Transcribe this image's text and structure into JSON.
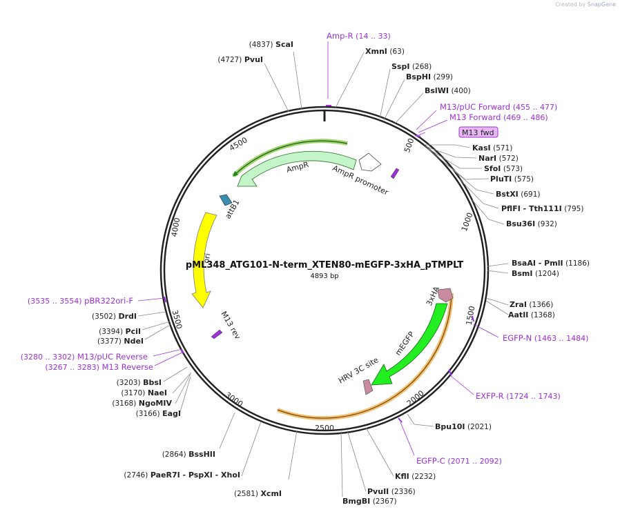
{
  "credit": {
    "prefix": "Created by",
    "brand": "SnapGene"
  },
  "plasmid": {
    "name": "pML348_ATG101-N-term_XTEN80-mEGFP-3xHA_pTMPLT",
    "length_label": "4893 bp"
  },
  "ticks": [
    "500",
    "1000",
    "1500",
    "2000",
    "2500",
    "3000",
    "3500",
    "4000",
    "4500"
  ],
  "sites": [
    {
      "name": "ScaI",
      "pos": "(4837)"
    },
    {
      "name": "PvuI",
      "pos": "(4727)"
    },
    {
      "name": "XmnI",
      "pos": "(63)"
    },
    {
      "name": "SspI",
      "pos": "(268)"
    },
    {
      "name": "BspHI",
      "pos": "(299)"
    },
    {
      "name": "BslWI",
      "pos": "(400)"
    },
    {
      "name": "KasI",
      "pos": "(571)"
    },
    {
      "name": "NarI",
      "pos": "(572)"
    },
    {
      "name": "SfoI",
      "pos": "(573)"
    },
    {
      "name": "PluTI",
      "pos": "(575)"
    },
    {
      "name": "BstXI",
      "pos": "(691)"
    },
    {
      "name": "PflFI - Tth111I",
      "pos": "(795)"
    },
    {
      "name": "Bsu36I",
      "pos": "(932)"
    },
    {
      "name": "BsaAI - PmlI",
      "pos": "(1186)"
    },
    {
      "name": "BsmI",
      "pos": "(1204)"
    },
    {
      "name": "ZraI",
      "pos": "(1366)"
    },
    {
      "name": "AatII",
      "pos": "(1368)"
    },
    {
      "name": "Bpu10I",
      "pos": "(2021)"
    },
    {
      "name": "KflI",
      "pos": "(2232)"
    },
    {
      "name": "PvuII",
      "pos": "(2336)"
    },
    {
      "name": "BmgBI",
      "pos": "(2367)"
    },
    {
      "name": "XcmI",
      "pos": "(2581)"
    },
    {
      "name": "PaeR7I - PspXI - XhoI",
      "pos": "(2746)"
    },
    {
      "name": "BssHII",
      "pos": "(2864)"
    },
    {
      "name": "EagI",
      "pos": "(3166)"
    },
    {
      "name": "NgoMIV",
      "pos": "(3168)"
    },
    {
      "name": "NaeI",
      "pos": "(3170)"
    },
    {
      "name": "BbsI",
      "pos": "(3203)"
    },
    {
      "name": "NdeI",
      "pos": "(3377)"
    },
    {
      "name": "PciI",
      "pos": "(3394)"
    },
    {
      "name": "DrdI",
      "pos": "(3502)"
    }
  ],
  "primers": [
    {
      "name": "Amp-R",
      "range": "(14 .. 33)"
    },
    {
      "name": "M13/pUC Forward",
      "range": "(455 .. 477)"
    },
    {
      "name": "M13 Forward",
      "range": "(469 .. 486)"
    },
    {
      "name": "EGFP-N",
      "range": "(1463 .. 1484)"
    },
    {
      "name": "EXFP-R",
      "range": "(1724 .. 1743)"
    },
    {
      "name": "EGFP-C",
      "range": "(2071 .. 2092)"
    },
    {
      "name": "M13/pUC Reverse",
      "range": "(3280 .. 3302)"
    },
    {
      "name": "M13 Reverse",
      "range": "(3267 .. 3283)"
    },
    {
      "name": "pBR322ori-F",
      "range": "(3535 .. 3554)"
    }
  ],
  "features": {
    "m13_fwd_box": "M13 fwd",
    "ampr": "AmpR",
    "ampr_promoter": "AmpR promoter",
    "attb1": "attB1",
    "ori": "ori",
    "m13_rev": "M13 rev",
    "three_xha": "3xHA",
    "megfp": "mEGFP",
    "hrv": "HRV 3C site"
  },
  "colors": {
    "backbone": "#222222",
    "primer": "#9b30d9",
    "ampr": "#c4f5c8",
    "ori": "#ffff00",
    "megfp": "#22ee22",
    "orf_highlight_green": "#9fd36a",
    "orf_highlight_orange": "#f0c070",
    "tag": "#c98aa0",
    "attb1": "#3a8fb0",
    "m13_box": "#e7b7f7"
  }
}
